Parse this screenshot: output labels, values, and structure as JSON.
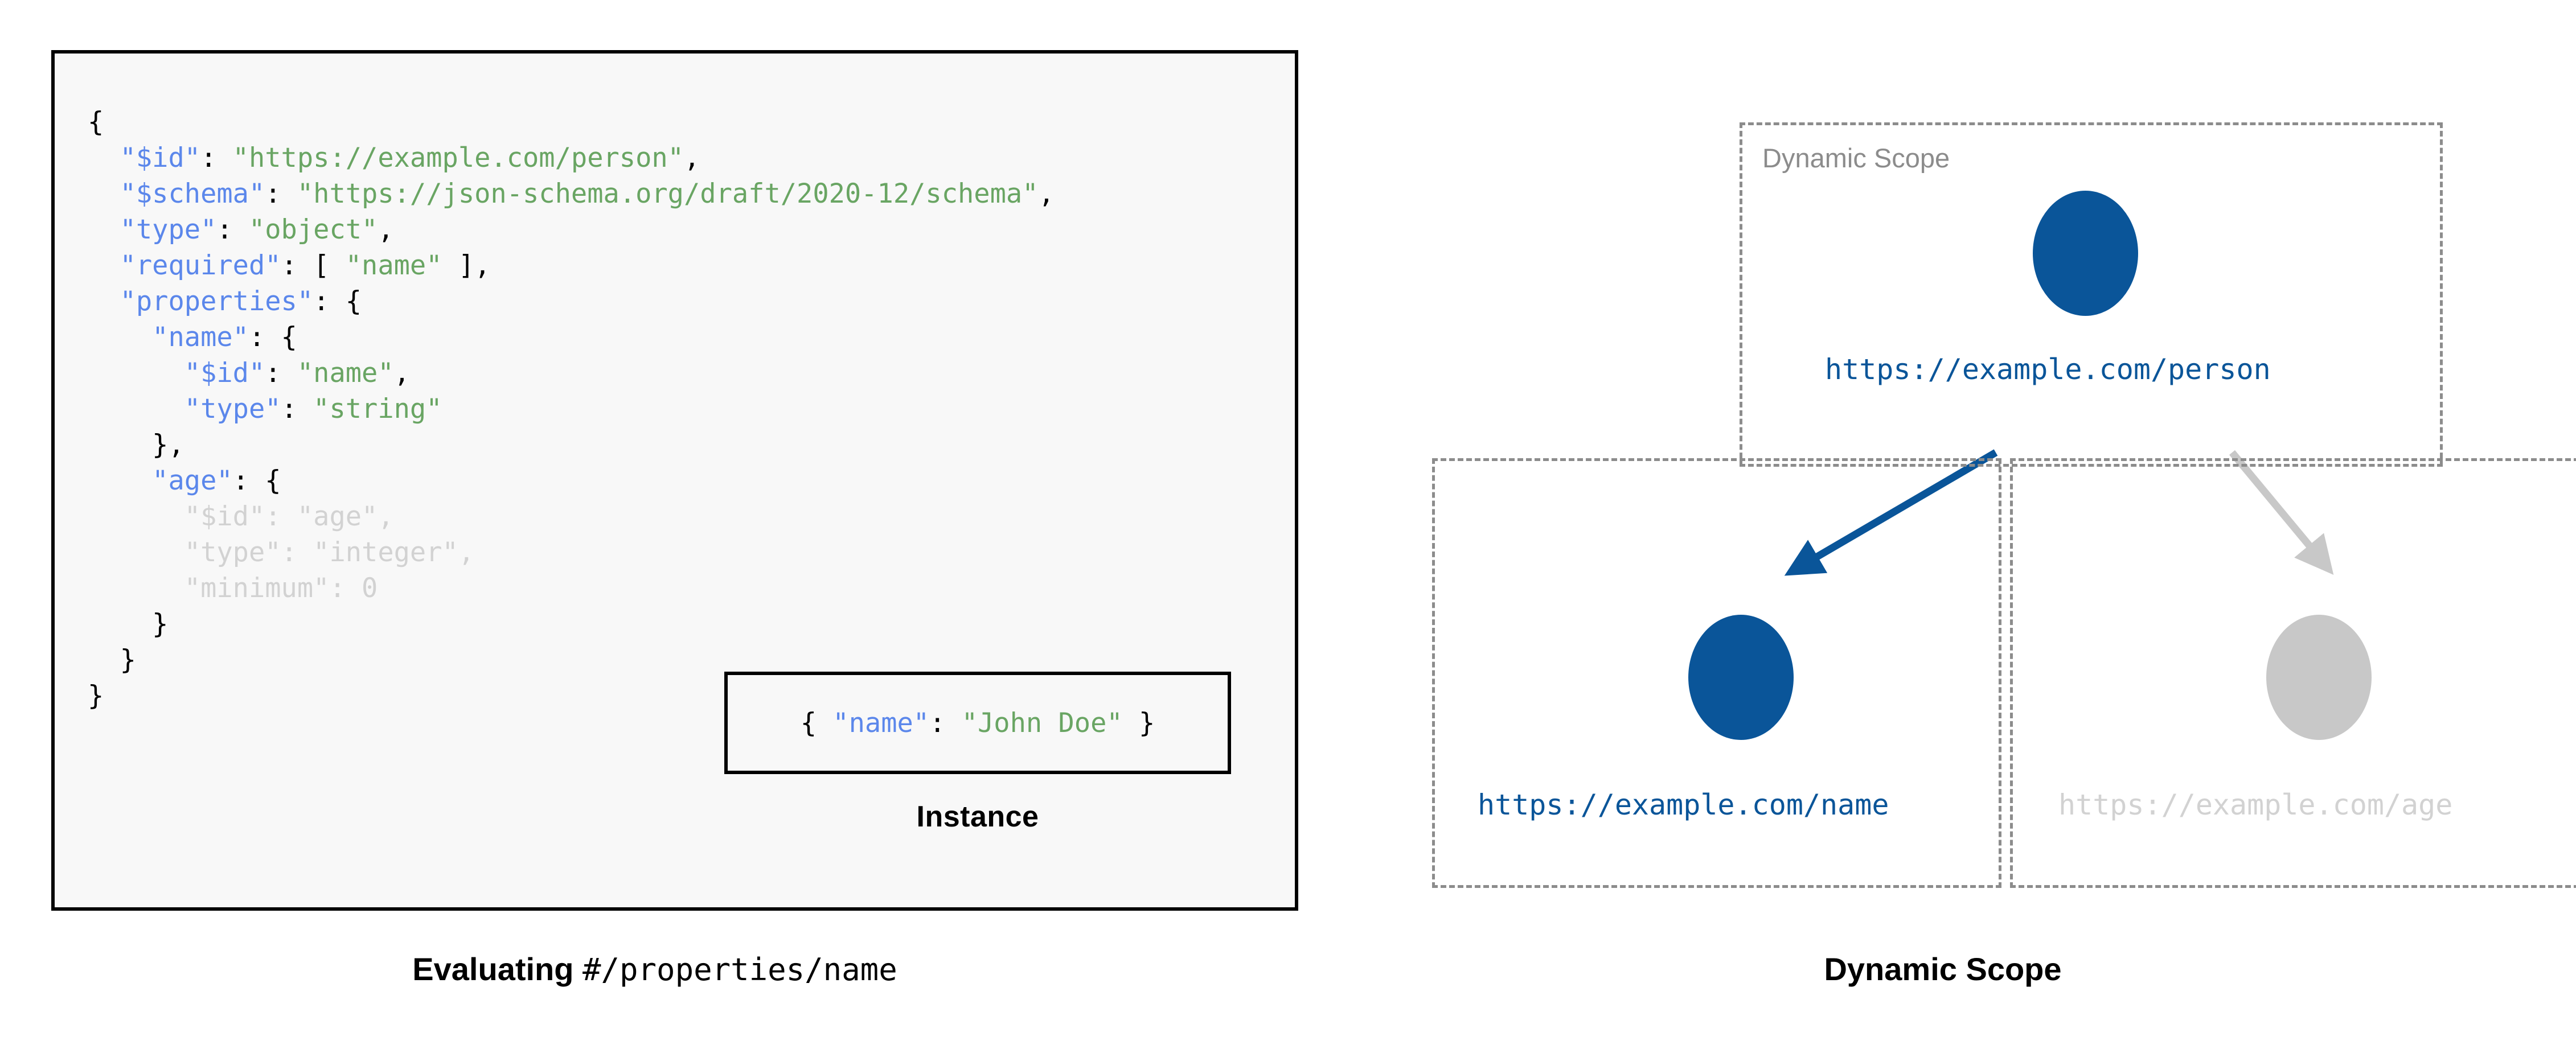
{
  "left": {
    "code_lines": [
      {
        "dim": false,
        "tokens": [
          {
            "t": "p",
            "v": "{"
          }
        ]
      },
      {
        "dim": false,
        "tokens": [
          {
            "t": "p",
            "v": "  "
          },
          {
            "t": "k",
            "v": "\"$id\""
          },
          {
            "t": "p",
            "v": ": "
          },
          {
            "t": "s",
            "v": "\"https://example.com/person\""
          },
          {
            "t": "p",
            "v": ","
          }
        ]
      },
      {
        "dim": false,
        "tokens": [
          {
            "t": "p",
            "v": "  "
          },
          {
            "t": "k",
            "v": "\"$schema\""
          },
          {
            "t": "p",
            "v": ": "
          },
          {
            "t": "s",
            "v": "\"https://json-schema.org/draft/2020-12/schema\""
          },
          {
            "t": "p",
            "v": ","
          }
        ]
      },
      {
        "dim": false,
        "tokens": [
          {
            "t": "p",
            "v": "  "
          },
          {
            "t": "k",
            "v": "\"type\""
          },
          {
            "t": "p",
            "v": ": "
          },
          {
            "t": "s",
            "v": "\"object\""
          },
          {
            "t": "p",
            "v": ","
          }
        ]
      },
      {
        "dim": false,
        "tokens": [
          {
            "t": "p",
            "v": "  "
          },
          {
            "t": "k",
            "v": "\"required\""
          },
          {
            "t": "p",
            "v": ": [ "
          },
          {
            "t": "s",
            "v": "\"name\""
          },
          {
            "t": "p",
            "v": " ],"
          }
        ]
      },
      {
        "dim": false,
        "tokens": [
          {
            "t": "p",
            "v": "  "
          },
          {
            "t": "k",
            "v": "\"properties\""
          },
          {
            "t": "p",
            "v": ": {"
          }
        ]
      },
      {
        "dim": false,
        "tokens": [
          {
            "t": "p",
            "v": "    "
          },
          {
            "t": "k",
            "v": "\"name\""
          },
          {
            "t": "p",
            "v": ": {"
          }
        ]
      },
      {
        "dim": false,
        "tokens": [
          {
            "t": "p",
            "v": "      "
          },
          {
            "t": "k",
            "v": "\"$id\""
          },
          {
            "t": "p",
            "v": ": "
          },
          {
            "t": "s",
            "v": "\"name\""
          },
          {
            "t": "p",
            "v": ","
          }
        ]
      },
      {
        "dim": false,
        "tokens": [
          {
            "t": "p",
            "v": "      "
          },
          {
            "t": "k",
            "v": "\"type\""
          },
          {
            "t": "p",
            "v": ": "
          },
          {
            "t": "s",
            "v": "\"string\""
          }
        ]
      },
      {
        "dim": false,
        "tokens": [
          {
            "t": "p",
            "v": "    },"
          }
        ]
      },
      {
        "dim": false,
        "tokens": [
          {
            "t": "p",
            "v": "    "
          },
          {
            "t": "k",
            "v": "\"age\""
          },
          {
            "t": "p",
            "v": ": {"
          }
        ]
      },
      {
        "dim": true,
        "tokens": [
          {
            "t": "p",
            "v": "      "
          },
          {
            "t": "k",
            "v": "\"$id\""
          },
          {
            "t": "p",
            "v": ": "
          },
          {
            "t": "s",
            "v": "\"age\""
          },
          {
            "t": "p",
            "v": ","
          }
        ]
      },
      {
        "dim": true,
        "tokens": [
          {
            "t": "p",
            "v": "      "
          },
          {
            "t": "k",
            "v": "\"type\""
          },
          {
            "t": "p",
            "v": ": "
          },
          {
            "t": "s",
            "v": "\"integer\""
          },
          {
            "t": "p",
            "v": ","
          }
        ]
      },
      {
        "dim": true,
        "tokens": [
          {
            "t": "p",
            "v": "      "
          },
          {
            "t": "k",
            "v": "\"minimum\""
          },
          {
            "t": "p",
            "v": ": "
          },
          {
            "t": "n",
            "v": "0"
          }
        ]
      },
      {
        "dim": false,
        "tokens": [
          {
            "t": "p",
            "v": "    }"
          }
        ]
      },
      {
        "dim": false,
        "tokens": [
          {
            "t": "p",
            "v": "  }"
          }
        ]
      },
      {
        "dim": false,
        "tokens": [
          {
            "t": "p",
            "v": "}"
          }
        ]
      }
    ],
    "instance": {
      "tokens": [
        {
          "t": "p",
          "v": "{ "
        },
        {
          "t": "k",
          "v": "\"name\""
        },
        {
          "t": "p",
          "v": ": "
        },
        {
          "t": "s",
          "v": "\"John Doe\""
        },
        {
          "t": "p",
          "v": " }"
        }
      ],
      "label": "Instance"
    },
    "caption": {
      "bold_part": "Evaluating ",
      "mono_part": "#/properties/name"
    }
  },
  "right": {
    "scope_root_label": "Dynamic Scope",
    "nodes": [
      {
        "id": "person",
        "label": "https://example.com/person",
        "state": "active"
      },
      {
        "id": "name",
        "label": "https://example.com/name",
        "state": "active"
      },
      {
        "id": "age",
        "label": "https://example.com/age",
        "state": "inactive"
      }
    ],
    "caption": "Dynamic Scope"
  },
  "colors": {
    "accent_blue": "#0a5599",
    "key_blue": "#5b87eb",
    "string_green": "#69a563",
    "inactive_grey": "#c8c8c8",
    "dim_text": "#d2d2d2",
    "dashed_border": "#8c8c8c",
    "code_bg": "#f8f8f8",
    "code_border": "#000000"
  }
}
